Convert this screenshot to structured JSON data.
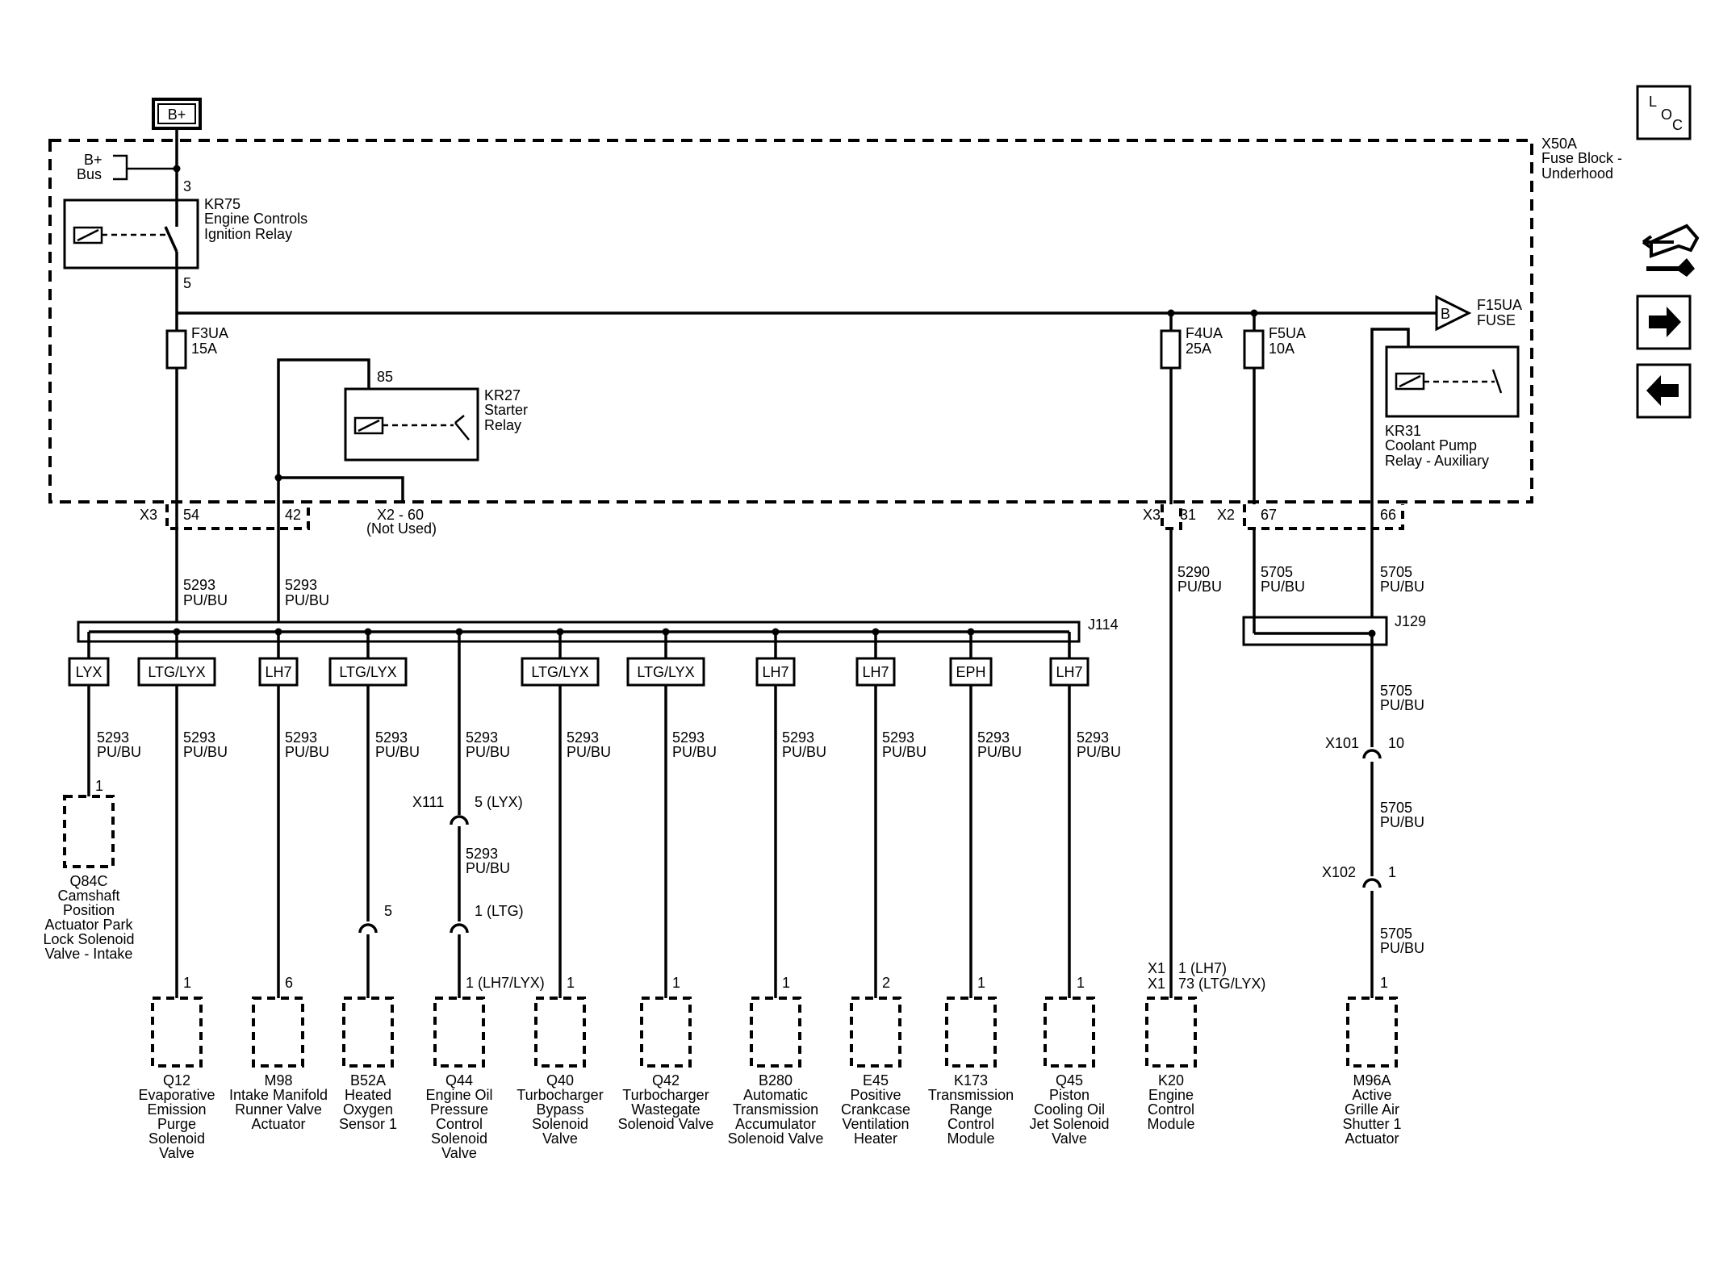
{
  "battery": {
    "label": "B+"
  },
  "fuse_block": {
    "name_line1": "X50A",
    "name_line2": "Fuse Block -",
    "name_line3": "Underhood"
  },
  "bplus_bus": {
    "line1": "B+",
    "line2": "Bus"
  },
  "relays": {
    "kr75": {
      "pin_top": "3",
      "pin_bottom": "5",
      "line1": "KR75",
      "line2": "Engine Controls",
      "line3": "Ignition Relay"
    },
    "kr27": {
      "pin_top": "85",
      "line1": "KR27",
      "line2": "Starter",
      "line3": "Relay"
    },
    "kr31": {
      "line1": "KR31",
      "line2": "Coolant Pump",
      "line3": "Relay - Auxiliary"
    }
  },
  "fuses": {
    "f3ua": {
      "name": "F3UA",
      "rating": "15A"
    },
    "f4ua": {
      "name": "F4UA",
      "rating": "25A"
    },
    "f5ua": {
      "name": "F5UA",
      "rating": "10A"
    },
    "f15ua": {
      "name": "F15UA",
      "rating": "FUSE",
      "tag": "B"
    }
  },
  "connectors": {
    "x3_left": "X3",
    "x3_pin54": "54",
    "pin42": "42",
    "x2_60": "X2 - 60",
    "not_used": "(Not Used)",
    "x3_right": "X3",
    "x3_pin31": "31",
    "x2_right": "X2",
    "x2_pin67": "67",
    "pin66": "66",
    "x111": "X111",
    "x111_top_pin": "5  (LYX)",
    "x111_bottom_pin": "1 (LTG)",
    "x101": "X101",
    "x101_pin": "10",
    "x102": "X102",
    "x102_pin": "1"
  },
  "splices": {
    "j114": "J114",
    "j129": "J129"
  },
  "wires": {
    "w5293_num": "5293",
    "w5293_col": "PU/BU",
    "w5290_num": "5290",
    "w5290_col": "PU/BU",
    "w5705_num": "5705",
    "w5705_col": "PU/BU"
  },
  "options": [
    "LYX",
    "LTG/LYX",
    "LH7",
    "LTG/LYX",
    "LTG/LYX",
    "LTG/LYX",
    "LH7",
    "LH7",
    "EPH",
    "LH7"
  ],
  "q84c": {
    "pin": "1",
    "lines": [
      "Q84C",
      "Camshaft",
      "Position",
      "Actuator Park",
      "Lock Solenoid",
      "Valve - Intake"
    ]
  },
  "b52a_inline_pin": "5",
  "components": [
    {
      "pin": "1",
      "lines": [
        "Q12",
        "Evaporative",
        "Emission",
        "Purge",
        "Solenoid",
        "Valve"
      ]
    },
    {
      "pin": "6",
      "lines": [
        "M98",
        "Intake Manifold",
        "Runner Valve",
        "Actuator"
      ]
    },
    {
      "pin": "",
      "lines": [
        "B52A",
        "Heated",
        "Oxygen",
        "Sensor 1"
      ]
    },
    {
      "pin": "1 (LH7/LYX)",
      "lines": [
        "Q44",
        "Engine Oil",
        "Pressure",
        "Control",
        "Solenoid",
        "Valve"
      ]
    },
    {
      "pin": "1",
      "lines": [
        "Q40",
        "Turbocharger",
        "Bypass",
        "Solenoid",
        "Valve"
      ]
    },
    {
      "pin": "1",
      "lines": [
        "Q42",
        "Turbocharger",
        "Wastegate",
        "Solenoid Valve"
      ]
    },
    {
      "pin": "1",
      "lines": [
        "B280",
        "Automatic",
        "Transmission",
        "Accumulator",
        "Solenoid Valve"
      ]
    },
    {
      "pin": "2",
      "lines": [
        "E45",
        "Positive",
        "Crankcase",
        "Ventilation",
        "Heater"
      ]
    },
    {
      "pin": "1",
      "lines": [
        "K173",
        "Transmission",
        "Range",
        "Control",
        "Module"
      ]
    },
    {
      "pin": "1",
      "lines": [
        "Q45",
        "Piston",
        "Cooling Oil",
        "Jet Solenoid",
        "Valve"
      ]
    }
  ],
  "k20": {
    "x1_a": "X1",
    "pin_a": "1 (LH7)",
    "x1_b": "X1",
    "pin_b": "73  (LTG/LYX)",
    "lines": [
      "K20",
      "Engine",
      "Control",
      "Module"
    ]
  },
  "m96a": {
    "pin": "1",
    "lines": [
      "M96A",
      "Active",
      "Grille Air",
      "Shutter 1",
      "Actuator"
    ]
  },
  "side_icons": [
    "loc-icon",
    "connector-end-view-icon",
    "forward-arrow-icon",
    "back-arrow-icon"
  ],
  "loc_letters": {
    "l": "L",
    "o": "O",
    "c": "C"
  }
}
